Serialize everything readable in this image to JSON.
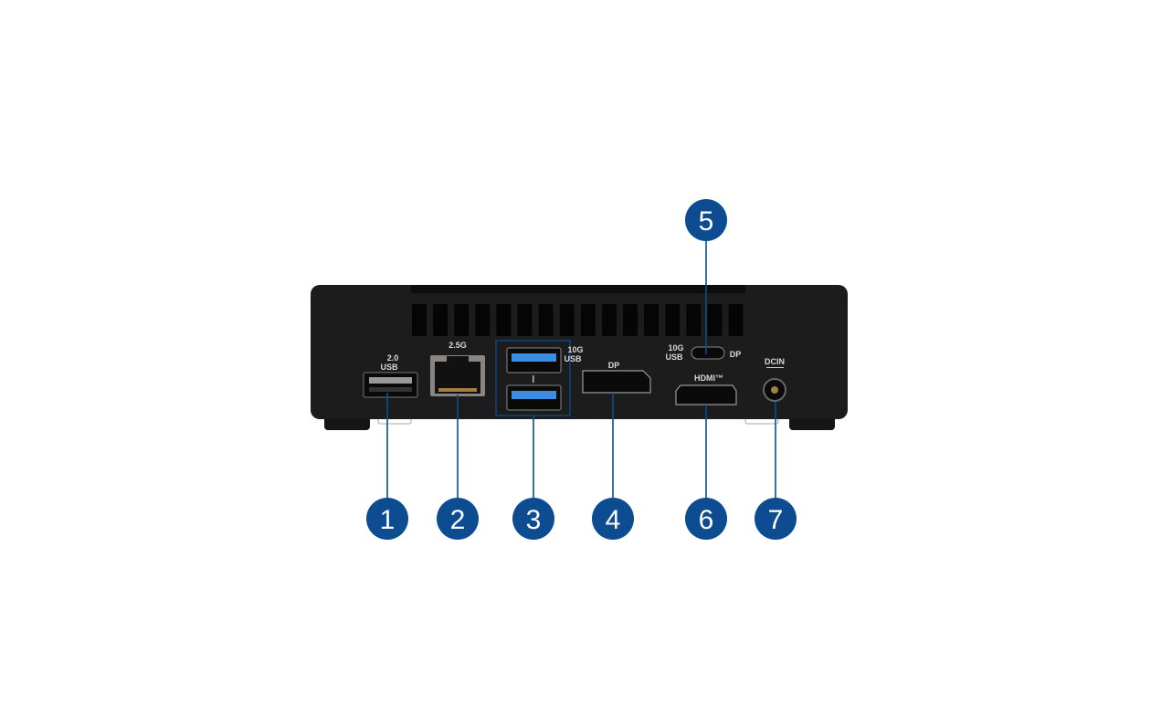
{
  "colors": {
    "accent": "#0e4c92",
    "body": "#1b1b1b",
    "usb3_blue": "#3a8de0"
  },
  "port_labels": {
    "usb2_top": "2.0",
    "usb2_bottom": "USB",
    "lan": "2.5G",
    "usb3_top": "10G",
    "usb3_bottom": "USB",
    "dp": "DP",
    "usbc_top": "10G",
    "usbc_bottom": "USB",
    "usbc_dp": "DP",
    "hdmi": "HDMI™",
    "dcin": "DCIN"
  },
  "callouts": [
    {
      "id": "1",
      "label": "1"
    },
    {
      "id": "2",
      "label": "2"
    },
    {
      "id": "3",
      "label": "3"
    },
    {
      "id": "4",
      "label": "4"
    },
    {
      "id": "5",
      "label": "5"
    },
    {
      "id": "6",
      "label": "6"
    },
    {
      "id": "7",
      "label": "7"
    }
  ]
}
